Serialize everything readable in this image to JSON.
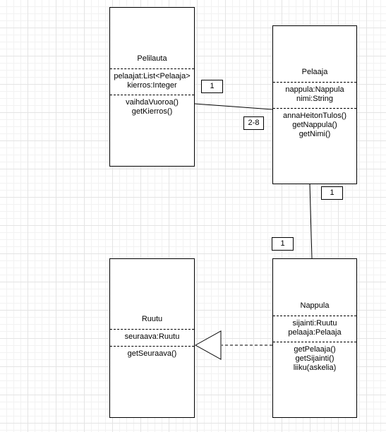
{
  "classes": {
    "pelilauta": {
      "name": "Pelilauta",
      "attributes": [
        "pelaajat:List<Pelaaja>",
        "kierros:Integer"
      ],
      "methods": [
        "vaihdaVuoroa()",
        "getKierros()"
      ]
    },
    "pelaaja": {
      "name": "Pelaaja",
      "attributes": [
        "nappula:Nappula",
        "nimi:String"
      ],
      "methods": [
        "annaHeitonTulos()",
        "getNappula()",
        "getNimi()"
      ]
    },
    "ruutu": {
      "name": "Ruutu",
      "attributes": [
        "seuraava:Ruutu"
      ],
      "methods": [
        "getSeuraava()"
      ]
    },
    "nappula": {
      "name": "Nappula",
      "attributes": [
        "sijainti:Ruutu",
        "pelaaja:Pelaaja"
      ],
      "methods": [
        "getPelaaja()",
        "getSijainti()",
        "liiku(askelia)"
      ]
    }
  },
  "multiplicities": {
    "pelilauta_end": "1",
    "pelaaja_end_from_pelilauta": "2-8",
    "pelaaja_end_from_nappula": "1",
    "nappula_end": "1"
  },
  "colors": {
    "line": "#000000",
    "box_fill": "#ffffff",
    "grid": "#e4e4e4"
  }
}
